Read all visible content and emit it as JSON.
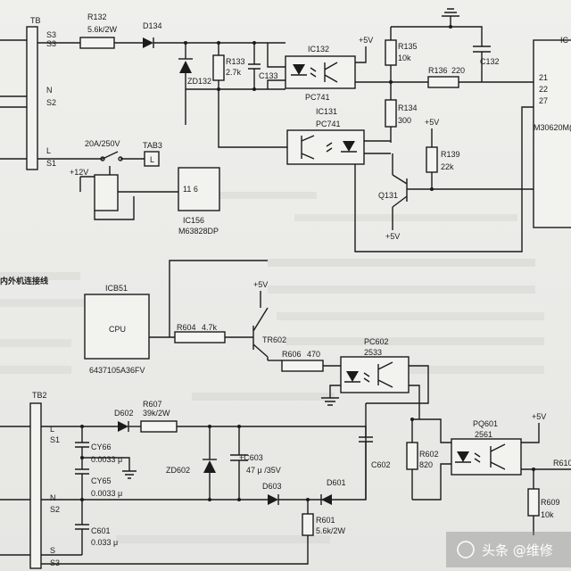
{
  "labels": {
    "tb": "TB",
    "s3": "S3",
    "n": "N",
    "s2": "S2",
    "l": "L",
    "s1": "S1",
    "r132": "R132",
    "r132v": "5.6k/2W",
    "d134": "D134",
    "ic132": "IC132",
    "pc741a": "PC741",
    "p5v_1": "+5V",
    "r133": "R133",
    "r133v": "2.7k",
    "c133": "C133",
    "zd132": "ZD132",
    "r135": "R135",
    "r135v": "10k",
    "c132": "C132",
    "ic_corner": "IC",
    "r136": "R136",
    "r136v": "220",
    "pin21": "21",
    "pin22": "22",
    "pin27": "27",
    "mcu": "M30620M(",
    "ic131": "IC131",
    "pc741b": "PC741",
    "r134": "R134",
    "r134v": "300",
    "p5v_2": "+5V",
    "r139": "R139",
    "r139v": "22k",
    "q131": "Q131",
    "p5v_3": "+5V",
    "relay": "20A/250V",
    "tab3": "TAB3",
    "tab3_l": "L",
    "p12v": "+12V",
    "ic156_pins": "11  6",
    "ic156": "IC156",
    "ic156p": "M63828DP",
    "section": "内外机连接线",
    "icb51": "ICB51",
    "cpu": "CPU",
    "cpu_part": "6437105A36FV",
    "p5v_4": "+5V",
    "r604": "R604",
    "r604v": "4.7k",
    "tr602": "TR602",
    "r606": "R606",
    "r606v": "470",
    "pc602": "PC602",
    "pc602v": "2533",
    "tb2": "TB2",
    "tb2_l": "L",
    "tb2_s1": "S1",
    "tb2_n": "N",
    "tb2_s2": "S2",
    "tb2_s": "S",
    "tb2_s3": "S3",
    "d602": "D602",
    "r607": "R607",
    "r607v": "39k/2W",
    "cy66": "CY66",
    "cy66v": "0.0033 μ",
    "cy65": "CY65",
    "cy65v": "0.0033 μ",
    "c601": "C601",
    "c601v": "0.033 μ",
    "zd602": "ZD602",
    "c603": "+C603",
    "c603v": "47 μ /35V",
    "d603": "D603",
    "d601": "D601",
    "r601": "R601",
    "r601v": "5.6k/2W",
    "c602": "C602",
    "r602": "R602",
    "r602v": "820",
    "pq601": "PQ601",
    "pq601v": "2561",
    "p5v_5": "+5V",
    "r610": "R610",
    "r609": "R609",
    "r609v": "10k"
  },
  "watermark": "头条 @维修"
}
